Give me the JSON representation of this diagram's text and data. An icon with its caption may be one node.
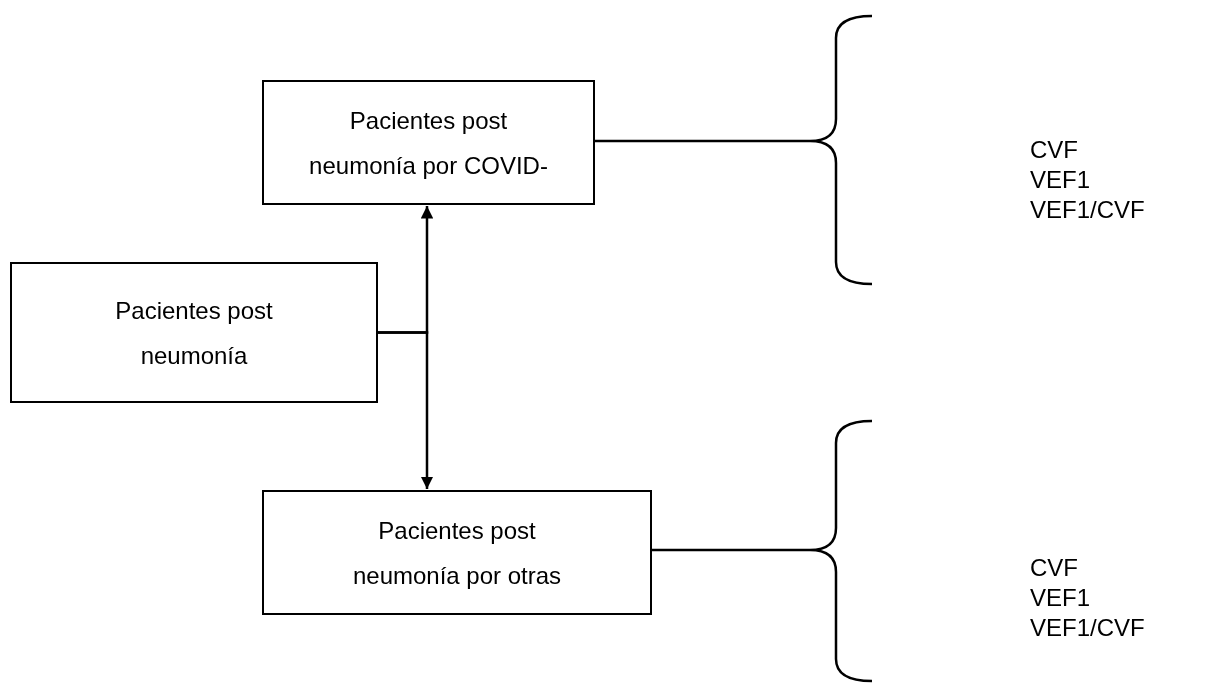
{
  "diagram": {
    "nodes": [
      {
        "text": [
          "Pacientes post neumonía"
        ]
      },
      {
        "text": [
          "Pacientes post neumonía por COVID-"
        ]
      },
      {
        "text": [
          "Pacientes post neumonía por otras"
        ]
      },
      {
        "text": [
          "CVF",
          "VEF1",
          "VEF1/CVF"
        ]
      },
      {
        "text": [
          "CVF",
          "VEF1",
          "VEF1/CVF"
        ]
      }
    ],
    "edges": [
      {
        "from": 0,
        "to": 1,
        "arrow": "to"
      },
      {
        "from": 0,
        "to": 2,
        "arrow": "to"
      },
      {
        "from": 1,
        "to": 3,
        "arrow": "none"
      },
      {
        "from": 2,
        "to": 4,
        "arrow": "none"
      }
    ]
  }
}
